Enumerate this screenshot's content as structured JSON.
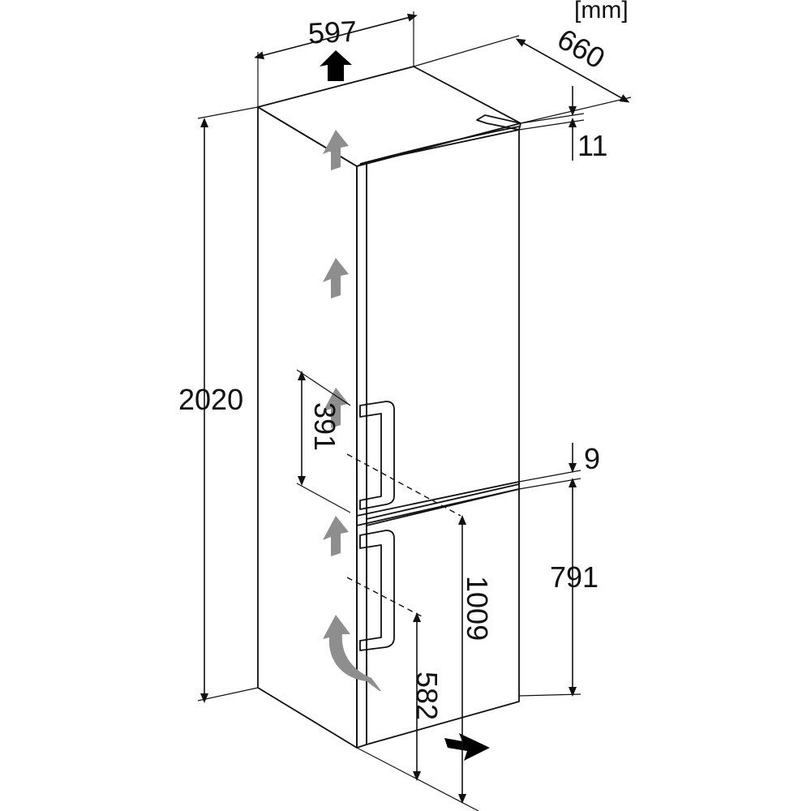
{
  "unit_label": "[mm]",
  "dimensions": {
    "width": "597",
    "depth": "660",
    "top_gap": "11",
    "height": "2020",
    "upper_handle": "391",
    "mid_gap": "9",
    "lower_door_height": "791",
    "floor_to_divider": "1009",
    "floor_to_lower_handle": "582"
  },
  "colors": {
    "side_panel": "#ececec",
    "door_panel": "#e3e3e3",
    "top_panel": "#f2f2f2",
    "airflow_arrow": "#8e8e8e",
    "ink": "#111111"
  },
  "icons": [
    "up-arrow-icon",
    "airflow-arrow-icon",
    "curved-airflow-arrow-icon",
    "inlet-arrow-icon"
  ]
}
